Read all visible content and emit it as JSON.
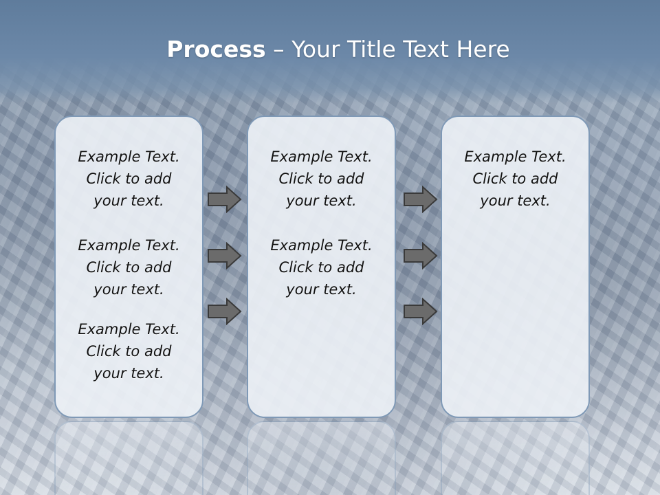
{
  "slide": {
    "title_bold": "Process",
    "title_rest": " – Your Title Text Here"
  },
  "columns": [
    {
      "blocks": [
        {
          "line1": "Example Text.",
          "line2": "Click  to add",
          "line3": "your text."
        },
        {
          "line1": "Example Text.",
          "line2": "Click  to add",
          "line3": "your text."
        },
        {
          "line1": "Example Text.",
          "line2": "Click  to add",
          "line3": "your text."
        }
      ]
    },
    {
      "blocks": [
        {
          "line1": "Example Text.",
          "line2": "Click  to add",
          "line3": "your text."
        },
        {
          "line1": "Example Text.",
          "line2": "Click  to add",
          "line3": "your text."
        }
      ]
    },
    {
      "blocks": [
        {
          "line1": "Example Text.",
          "line2": "Click  to add",
          "line3": "your text."
        }
      ]
    }
  ],
  "arrows": {
    "icon": "right-arrow-icon",
    "fill": "#6b6b6b",
    "stroke": "#3a3a3a"
  },
  "colors": {
    "header": "#5f7c9c",
    "panel_border": "#7f99b6",
    "panel_fill": "#ecf0f5",
    "title_text": "#ffffff"
  }
}
